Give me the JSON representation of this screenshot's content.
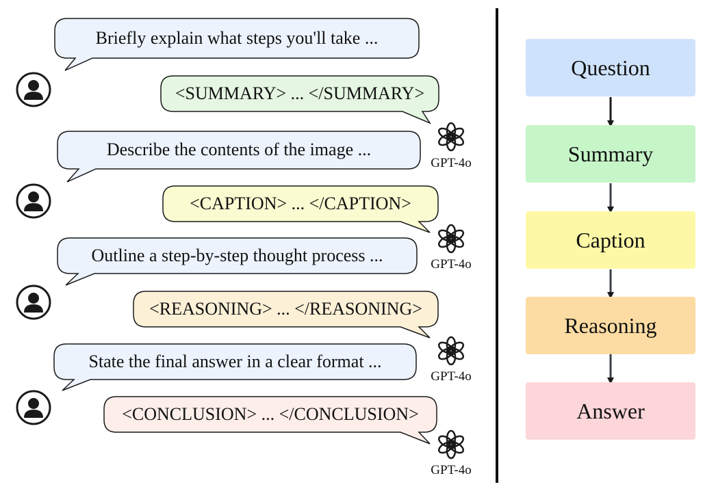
{
  "conversation": [
    {
      "user_text": "Briefly explain what steps you'll take ...",
      "model_text": "<SUMMARY> ... </SUMMARY>",
      "model_name": "GPT-4o"
    },
    {
      "user_text": "Describe the contents of the image ...",
      "model_text": "<CAPTION> ... </CAPTION>",
      "model_name": "GPT-4o"
    },
    {
      "user_text": "Outline a step-by-step thought process ...",
      "model_text": "<REASONING> ... </REASONING>",
      "model_name": "GPT-4o"
    },
    {
      "user_text": "State the final answer in a clear format ...",
      "model_text": "<CONCLUSION> ... </CONCLUSION>",
      "model_name": "GPT-4o"
    }
  ],
  "flow": [
    {
      "label": "Question",
      "color": "#cfe2fc"
    },
    {
      "label": "Summary",
      "color": "#c6f5c8"
    },
    {
      "label": "Caption",
      "color": "#fdf8a6"
    },
    {
      "label": "Reasoning",
      "color": "#fddca3"
    },
    {
      "label": "Answer",
      "color": "#fcd6d9"
    }
  ],
  "colors": {
    "user_bubble": "#ecf3fd",
    "summary_bubble": "#e5f7e2",
    "caption_bubble": "#fbfbd2",
    "reasoning_bubble": "#fcf0d7",
    "conclusion_bubble": "#fdeeea",
    "outline": "#1a1a1a"
  },
  "icons": {
    "user": "user-avatar-icon",
    "model": "openai-logo-icon"
  }
}
